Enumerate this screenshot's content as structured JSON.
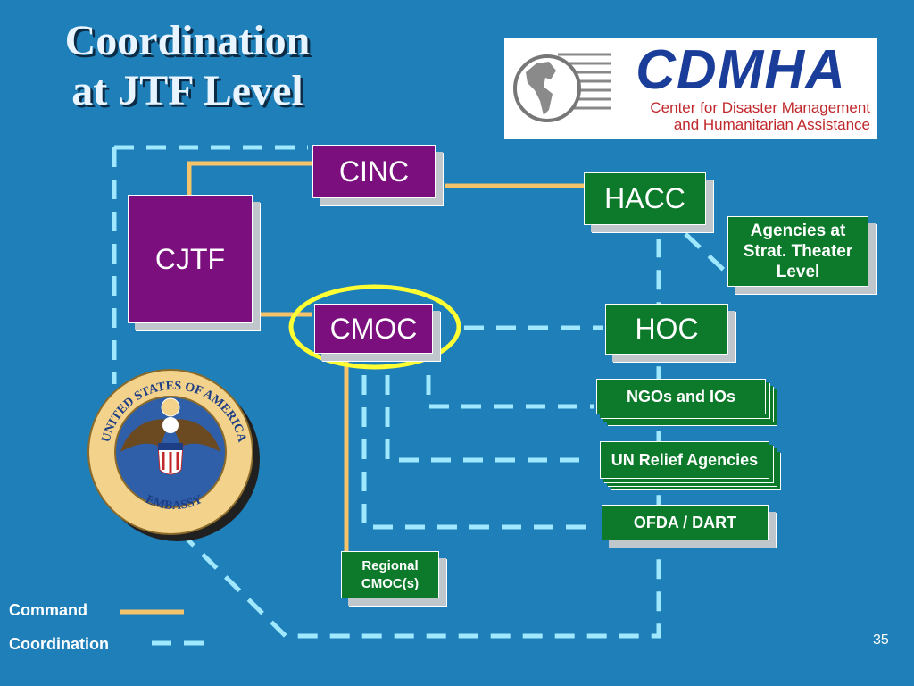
{
  "slide": {
    "title_line1": "Coordination",
    "title_line2": "at JTF Level",
    "page_number": "35"
  },
  "logo": {
    "acronym": "CDMHA",
    "line1": "Center for Disaster Management",
    "line2": "and Humanitarian Assistance"
  },
  "nodes": {
    "cinc": "CINC",
    "cjtf": "CJTF",
    "hacc": "HACC",
    "agencies_line1": "Agencies at",
    "agencies_line2": "Strat. Theater",
    "agencies_line3": "Level",
    "cmoc": "CMOC",
    "hoc": "HOC",
    "ngos": "NGOs and IOs",
    "un_relief": "UN Relief Agencies",
    "ofda": "OFDA / DART",
    "regional_line1": "Regional",
    "regional_line2": "CMOC(s)"
  },
  "seal": {
    "top_text": "UNITED STATES OF AMERICA",
    "bottom_text": "EMBASSY"
  },
  "legend": {
    "command_label": "Command",
    "coordination_label": "Coordination"
  },
  "colors": {
    "background": "#1f7fb8",
    "command_line": "#f5c36a",
    "coordination_line": "#9fe8ff",
    "highlight": "#ffff33",
    "purple_box": "#7b0f7e",
    "green_box": "#0c7a2a"
  }
}
